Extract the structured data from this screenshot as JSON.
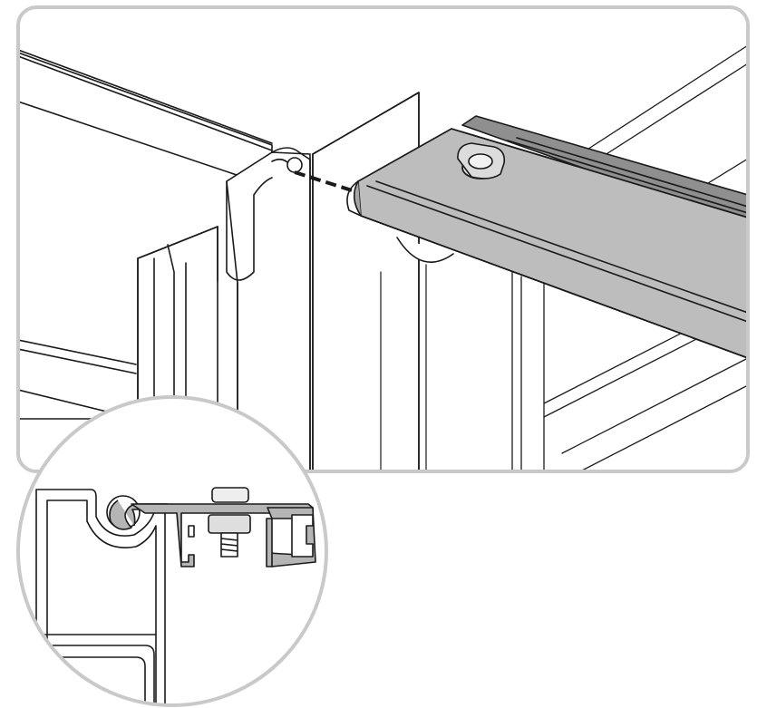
{
  "figure": {
    "type": "assembly-instruction-illustration",
    "text": "",
    "colors": {
      "outline": "#1a1a1a",
      "background": "#ffffff",
      "rail_fill": "#bdbdbd",
      "rail_fill_dark": "#8f8f8f",
      "frame_border": "#c9c9c9",
      "profile_fill": "#b5b5b5"
    },
    "icons": {
      "rail": "aluminium-rail",
      "fastener": "bolt-with-square-nut",
      "insertion_path": "dashed-arrow-line",
      "detail": "magnified-cross-section"
    }
  }
}
